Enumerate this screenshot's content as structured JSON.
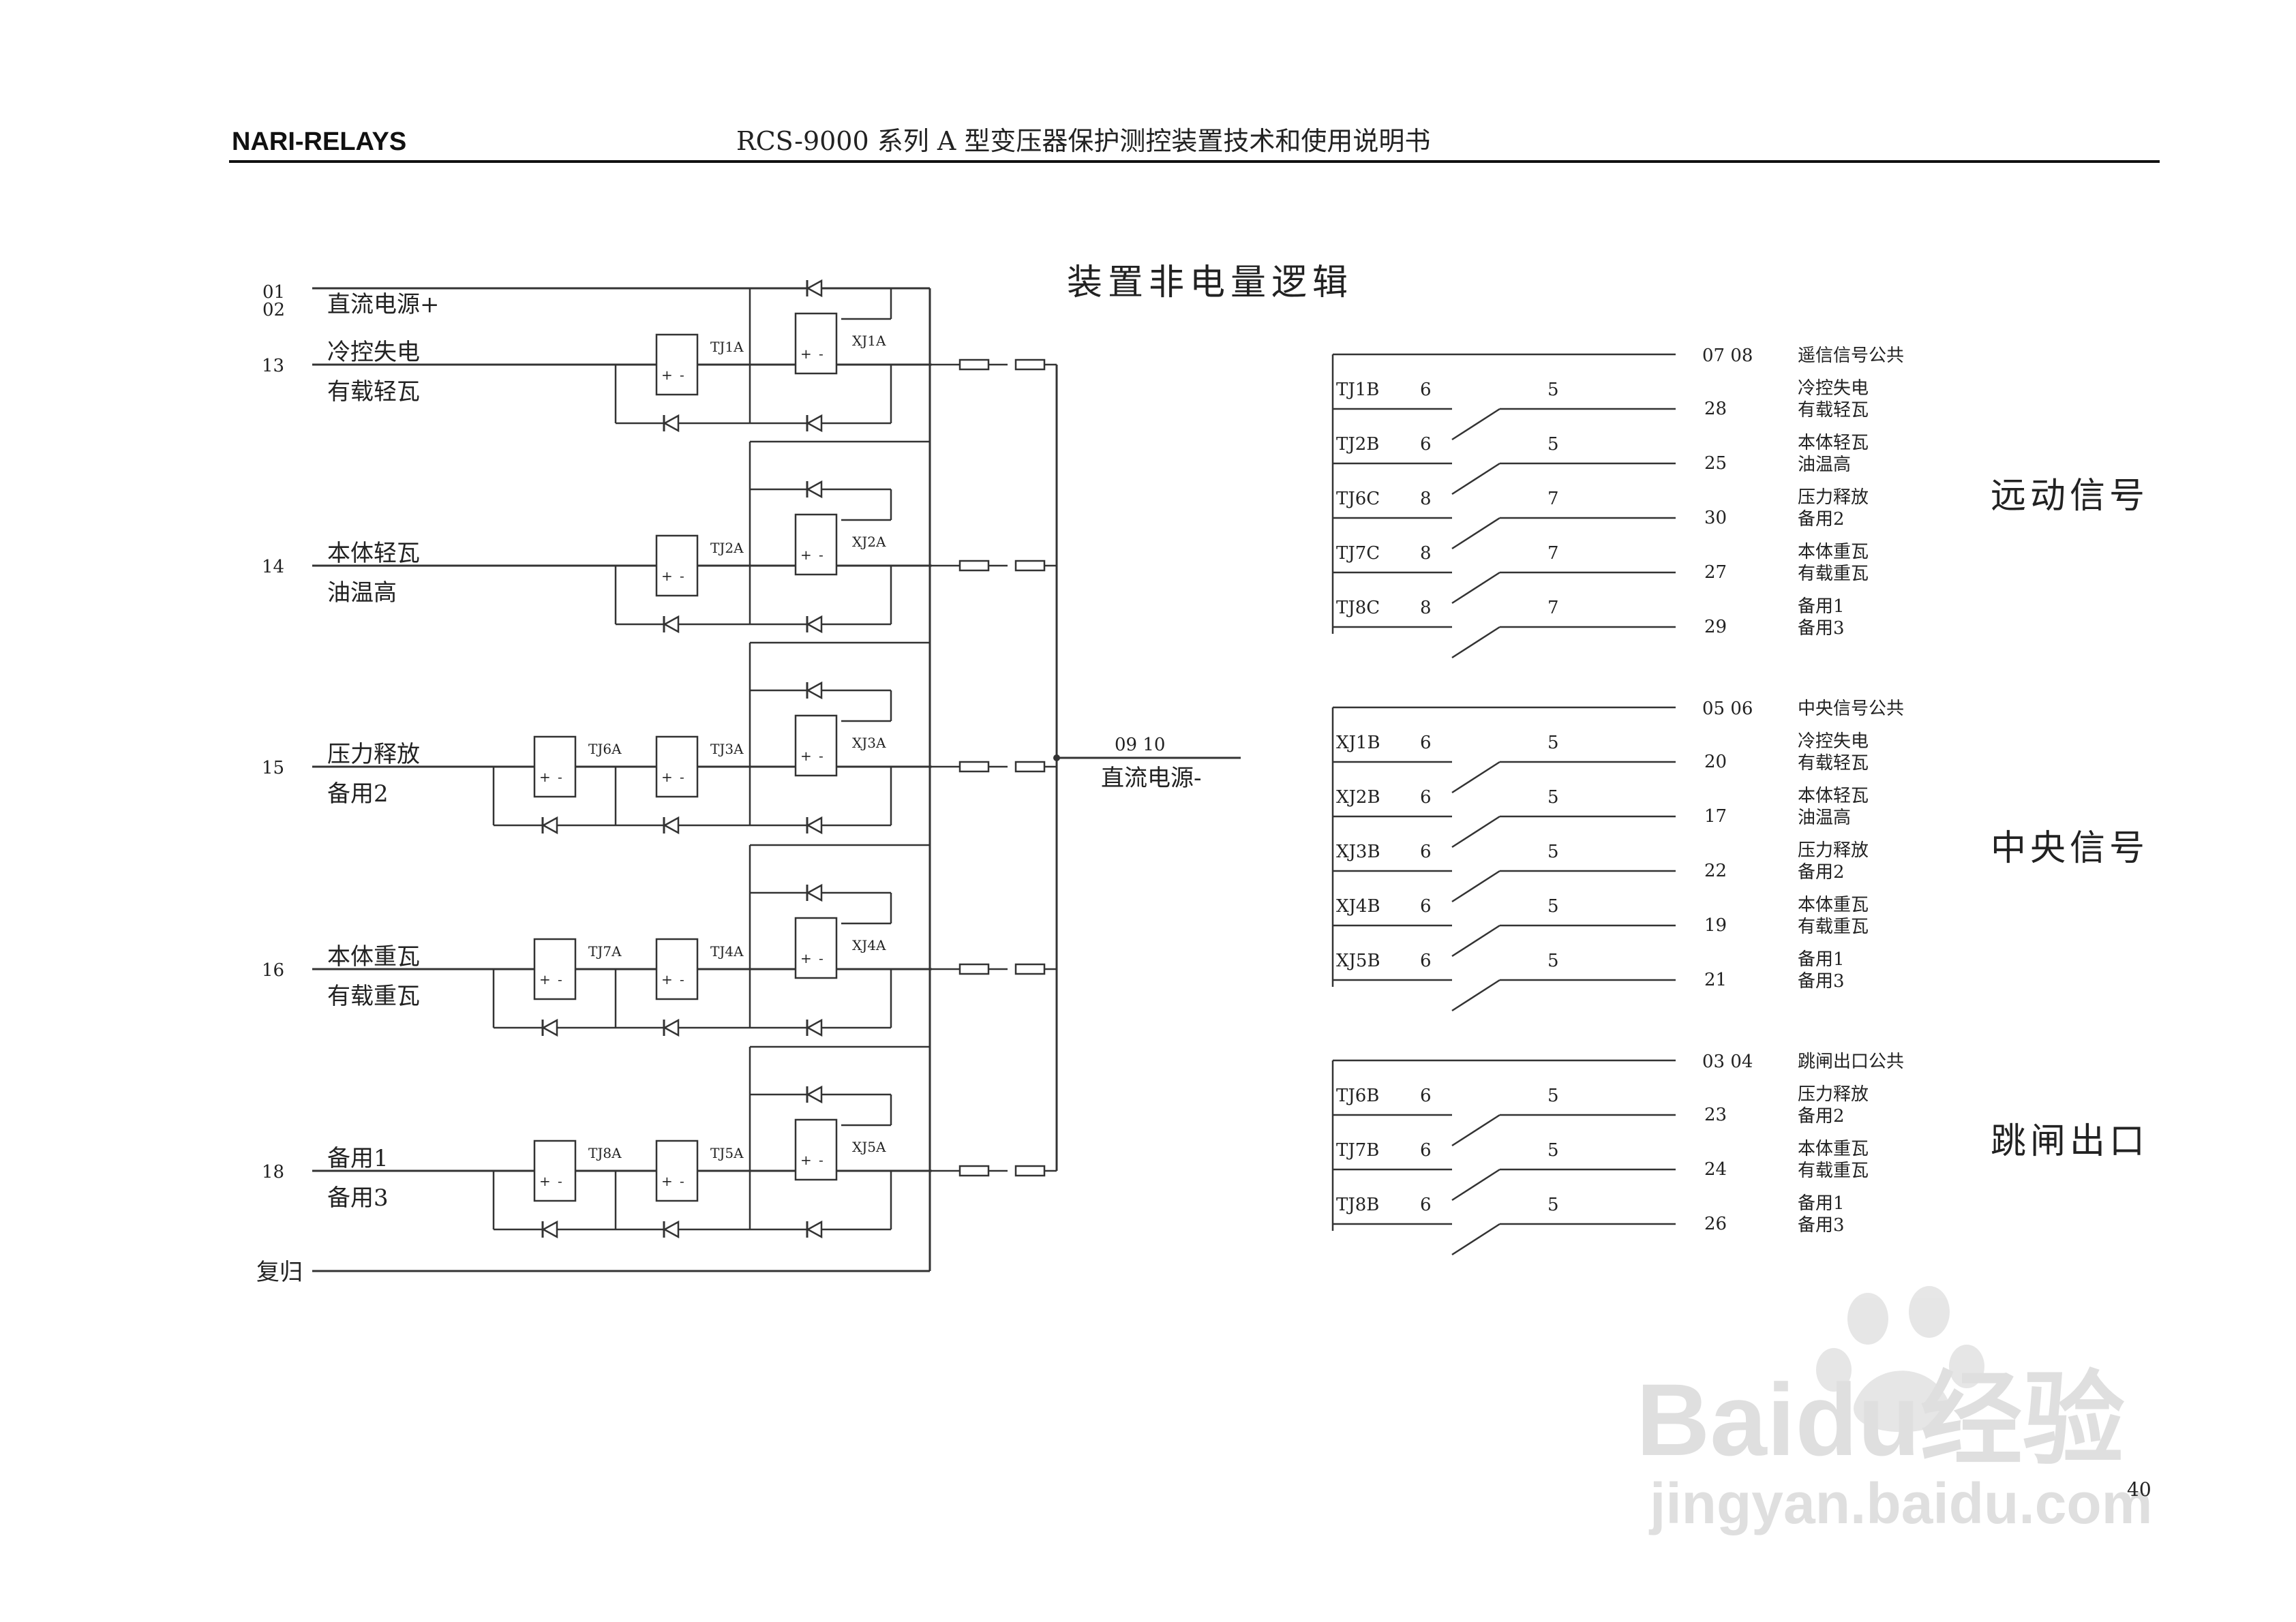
{
  "header": {
    "brand": "NARI-RELAYS",
    "doc_title": "RCS-9000 系列 A 型变压器保护测控装置技术和使用说明书"
  },
  "diagram": {
    "title": "装置非电量逻辑",
    "left": {
      "dc_plus": {
        "terminal_1": "01",
        "terminal_2": "02",
        "label": "直流电源+"
      },
      "rows": [
        {
          "terminal": "13",
          "label_1": "冷控失电",
          "label_2": "有载轻瓦",
          "relays": [
            "TJ1A"
          ],
          "signal": "XJ1A"
        },
        {
          "terminal": "14",
          "label_1": "本体轻瓦",
          "label_2": "油温高",
          "relays": [
            "TJ2A"
          ],
          "signal": "XJ2A"
        },
        {
          "terminal": "15",
          "label_1": "压力释放",
          "label_2": "备用2",
          "relays": [
            "TJ6A",
            "TJ3A"
          ],
          "signal": "XJ3A"
        },
        {
          "terminal": "16",
          "label_1": "本体重瓦",
          "label_2": "有载重瓦",
          "relays": [
            "TJ7A",
            "TJ4A"
          ],
          "signal": "XJ4A"
        },
        {
          "terminal": "18",
          "label_1": "备用1",
          "label_2": "备用3",
          "relays": [
            "TJ8A",
            "TJ5A"
          ],
          "signal": "XJ5A"
        }
      ],
      "reset": "复归",
      "dc_minus": {
        "terminals": "09  10",
        "label": "直流电源-"
      },
      "coil_plus": "+",
      "coil_minus": "-"
    },
    "groups": [
      {
        "name": "远动信号",
        "common_terminals": "07  08",
        "common_label": "遥信信号公共",
        "contacts": [
          {
            "id": "TJ1B",
            "pin_a": "6",
            "pin_b": "5",
            "terminal": "28",
            "label_1": "冷控失电",
            "label_2": "有载轻瓦"
          },
          {
            "id": "TJ2B",
            "pin_a": "6",
            "pin_b": "5",
            "terminal": "25",
            "label_1": "本体轻瓦",
            "label_2": "油温高"
          },
          {
            "id": "TJ6C",
            "pin_a": "8",
            "pin_b": "7",
            "terminal": "30",
            "label_1": "压力释放",
            "label_2": "备用2"
          },
          {
            "id": "TJ7C",
            "pin_a": "8",
            "pin_b": "7",
            "terminal": "27",
            "label_1": "本体重瓦",
            "label_2": "有载重瓦"
          },
          {
            "id": "TJ8C",
            "pin_a": "8",
            "pin_b": "7",
            "terminal": "29",
            "label_1": "备用1",
            "label_2": "备用3"
          }
        ]
      },
      {
        "name": "中央信号",
        "common_terminals": "05  06",
        "common_label": "中央信号公共",
        "contacts": [
          {
            "id": "XJ1B",
            "pin_a": "6",
            "pin_b": "5",
            "terminal": "20",
            "label_1": "冷控失电",
            "label_2": "有载轻瓦"
          },
          {
            "id": "XJ2B",
            "pin_a": "6",
            "pin_b": "5",
            "terminal": "17",
            "label_1": "本体轻瓦",
            "label_2": "油温高"
          },
          {
            "id": "XJ3B",
            "pin_a": "6",
            "pin_b": "5",
            "terminal": "22",
            "label_1": "压力释放",
            "label_2": "备用2"
          },
          {
            "id": "XJ4B",
            "pin_a": "6",
            "pin_b": "5",
            "terminal": "19",
            "label_1": "本体重瓦",
            "label_2": "有载重瓦"
          },
          {
            "id": "XJ5B",
            "pin_a": "6",
            "pin_b": "5",
            "terminal": "21",
            "label_1": "备用1",
            "label_2": "备用3"
          }
        ]
      },
      {
        "name": "跳闸出口",
        "common_terminals": "03  04",
        "common_label": "跳闸出口公共",
        "contacts": [
          {
            "id": "TJ6B",
            "pin_a": "6",
            "pin_b": "5",
            "terminal": "23",
            "label_1": "压力释放",
            "label_2": "备用2"
          },
          {
            "id": "TJ7B",
            "pin_a": "6",
            "pin_b": "5",
            "terminal": "24",
            "label_1": "本体重瓦",
            "label_2": "有载重瓦"
          },
          {
            "id": "TJ8B",
            "pin_a": "6",
            "pin_b": "5",
            "terminal": "26",
            "label_1": "备用1",
            "label_2": "备用3"
          }
        ]
      }
    ]
  },
  "page_number": "40",
  "watermark": {
    "logo": "Baidu经验",
    "url": "jingyan.baidu.com"
  }
}
